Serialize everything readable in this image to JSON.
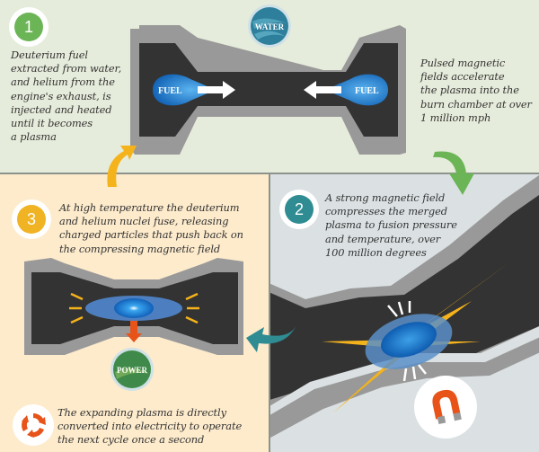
{
  "steps": [
    {
      "number": "1",
      "color": "#6cb556",
      "text": [
        "Deuterium fuel",
        "extracted from water,",
        "and helium from the",
        "engine's exhaust, is",
        "injected and heated",
        "until it becomes",
        "a plasma"
      ]
    },
    {
      "number": "2",
      "color": "#2f8c93",
      "text": [
        "A strong magnetic field",
        "compresses the merged",
        "plasma to fusion pressure",
        "and temperature, over",
        "100 million degrees"
      ]
    },
    {
      "number": "3",
      "color": "#f0b323",
      "text": [
        "At high temperature the deuterium",
        "and helium nuclei fuse, releasing",
        "charged particles that push back on",
        "the compressing magnetic field"
      ]
    }
  ],
  "pulse_text": [
    "Pulsed magnetic",
    "fields accelerate",
    "the plasma into the",
    "burn chamber at over",
    "1 million mph"
  ],
  "final_text": [
    "The expanding plasma is directly",
    "converted into electricity to operate",
    "the next cycle once a second"
  ],
  "labels": {
    "water": "WATER",
    "fuel_left": "FUEL",
    "fuel_right": "FUEL",
    "power": "POWER"
  },
  "icons": {
    "recycle": "recycle-icon",
    "magnet": "magnet-icon"
  },
  "colors": {
    "green_arrow": "#6cb556",
    "yellow_arrow": "#f5b31b",
    "teal_arrow": "#2f8c93",
    "orange": "#e8531a",
    "chamber": "#333333",
    "chamber_wall": "#999999",
    "plasma": "#1e7fd0"
  }
}
